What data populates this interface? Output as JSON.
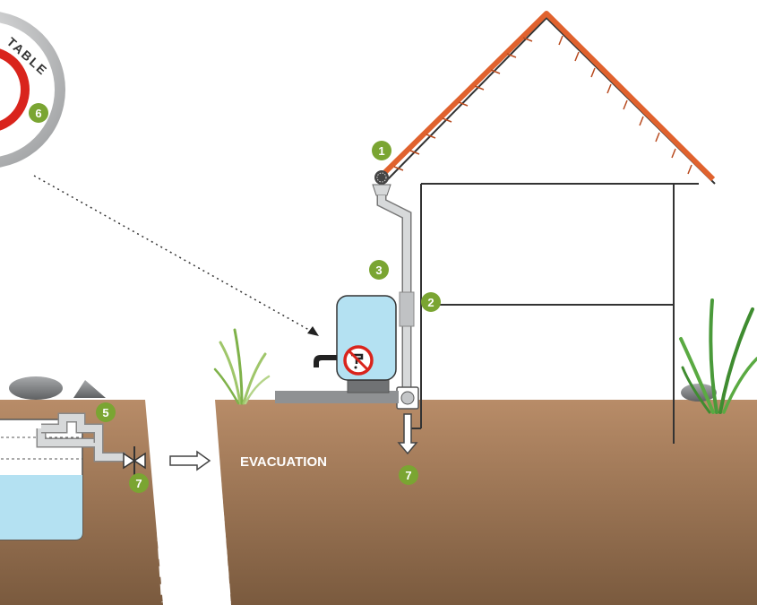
{
  "markers": {
    "m1": "1",
    "m2": "2",
    "m3": "3",
    "m5": "5",
    "m6": "6",
    "m7a": "7",
    "m7b": "7"
  },
  "labels": {
    "evacuation": "EVACUATION",
    "sign_fragment": "TABLE"
  },
  "colors": {
    "marker": "#7aa532",
    "roof_tile": "#e0622e",
    "water": "#b4e1f2",
    "soil": "#ae8360",
    "soil_dark": "#7a5a3e",
    "pipe": "#d7d9da",
    "tank": "#8a8c8e"
  },
  "icons": {
    "no_drinking_water": "no-drinking-water-icon",
    "faucet": "faucet-icon",
    "filter": "filter-icon"
  }
}
